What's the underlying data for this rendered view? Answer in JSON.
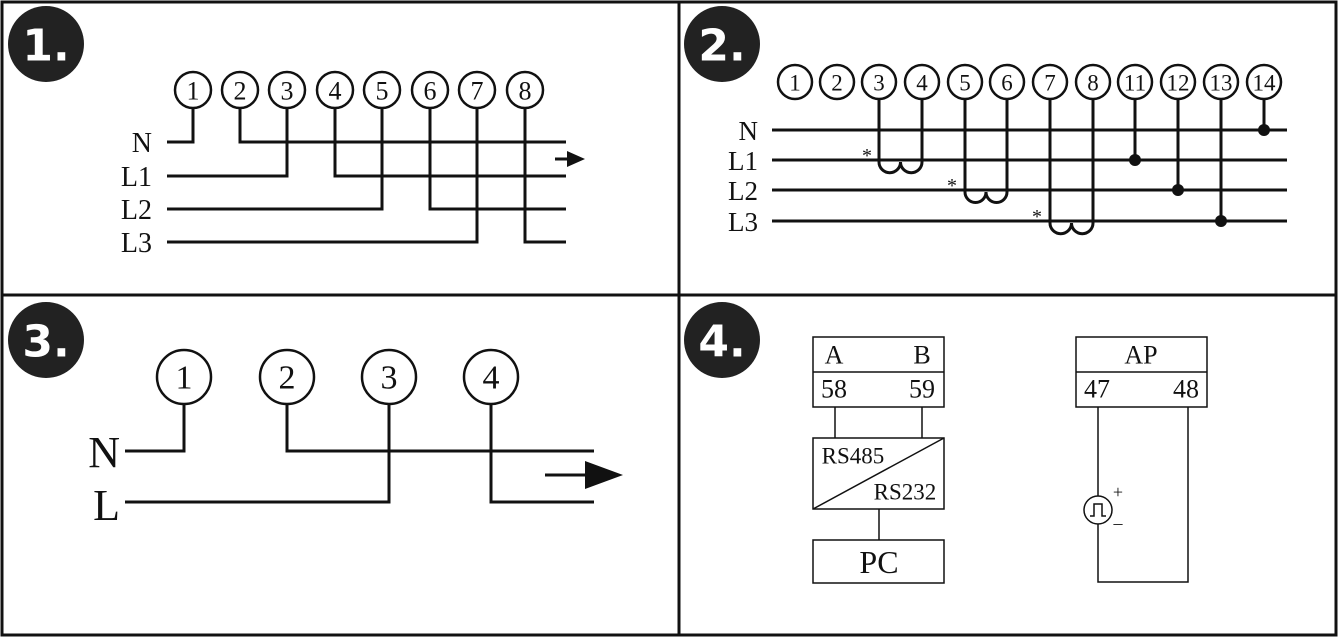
{
  "panels": [
    {
      "badge": "1.",
      "lines": [
        "N",
        "L1",
        "L2",
        "L3"
      ],
      "terminals": [
        "1",
        "2",
        "3",
        "4",
        "5",
        "6",
        "7",
        "8"
      ]
    },
    {
      "badge": "2.",
      "lines": [
        "N",
        "L1",
        "L2",
        "L3"
      ],
      "terminals": [
        "1",
        "2",
        "3",
        "4",
        "5",
        "6",
        "7",
        "8",
        "11",
        "12",
        "13",
        "14"
      ],
      "polarity_mark": "*"
    },
    {
      "badge": "3.",
      "lines": [
        "N",
        "L"
      ],
      "terminals": [
        "1",
        "2",
        "3",
        "4"
      ]
    },
    {
      "badge": "4.",
      "comm_box": {
        "a": "A",
        "b": "B",
        "a_pin": "58",
        "b_pin": "59"
      },
      "converter": {
        "top": "RS485",
        "bottom": "RS232"
      },
      "pc": "PC",
      "pulse_box": {
        "title": "AP",
        "left_pin": "47",
        "right_pin": "48"
      },
      "pulse_signs": {
        "plus": "+",
        "minus": "–"
      }
    }
  ]
}
